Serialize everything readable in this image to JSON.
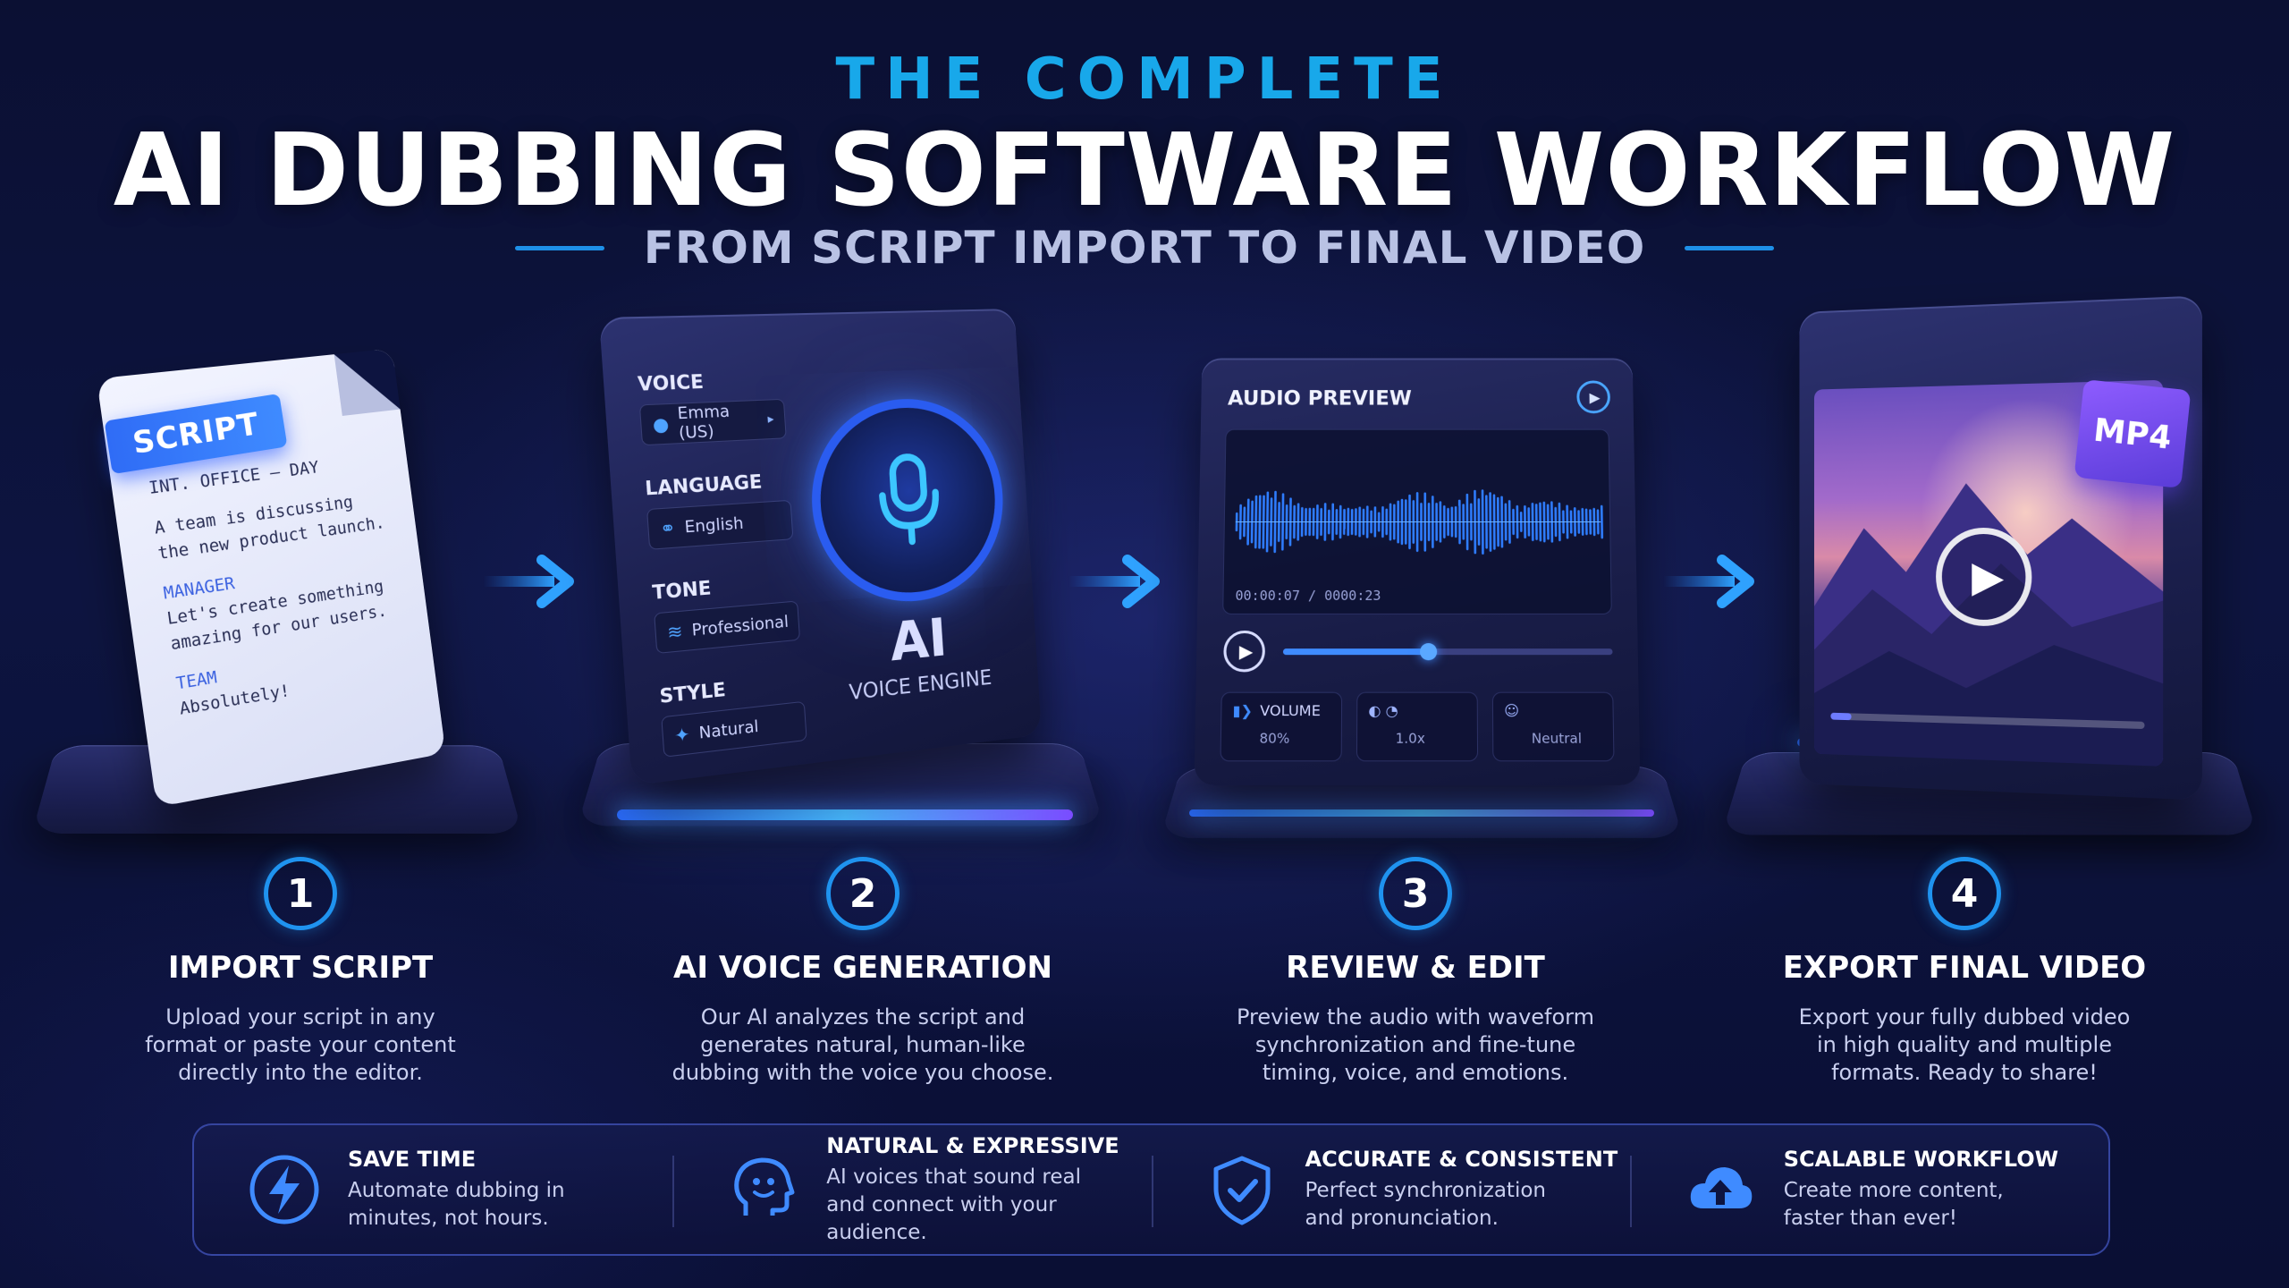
{
  "header": {
    "kicker": "THE COMPLETE",
    "title": "AI DUBBING SOFTWARE WORKFLOW",
    "subtitle": "FROM SCRIPT IMPORT TO FINAL VIDEO"
  },
  "script_card": {
    "badge": "SCRIPT",
    "lines": [
      "INT. OFFICE – DAY",
      "A team is discussing",
      "the new product launch.",
      "MANAGER",
      "Let's create something",
      "amazing for our users.",
      "TEAM",
      "Absolutely!"
    ]
  },
  "voice_panel": {
    "voice_label": "VOICE",
    "voice_value": "Emma (US)",
    "language_label": "LANGUAGE",
    "language_value": "English",
    "tone_label": "TONE",
    "tone_value": "Professional",
    "style_label": "STYLE",
    "style_value": "Natural",
    "engine_big": "AI",
    "engine_sub": "VOICE ENGINE"
  },
  "audio_panel": {
    "title": "AUDIO PREVIEW",
    "time": "00:00:07 / 0000:23",
    "progress": 0.44,
    "controls": [
      {
        "label": "VOLUME",
        "value": "80%"
      },
      {
        "label": "",
        "value": "1.0x"
      },
      {
        "label": "",
        "value": "Neutral"
      }
    ]
  },
  "video_panel": {
    "format_tag": "MP4",
    "progress": 0.07
  },
  "steps": [
    {
      "num": "1",
      "title": "IMPORT SCRIPT",
      "desc": [
        "Upload your script in any",
        "format or paste your content",
        "directly into the editor."
      ]
    },
    {
      "num": "2",
      "title": "AI VOICE GENERATION",
      "desc": [
        "Our AI analyzes the script and",
        "generates natural, human-like",
        "dubbing with the voice you choose."
      ]
    },
    {
      "num": "3",
      "title": "REVIEW & EDIT",
      "desc": [
        "Preview the audio with waveform",
        "synchronization and fine-tune",
        "timing, voice, and emotions."
      ]
    },
    {
      "num": "4",
      "title": "EXPORT FINAL VIDEO",
      "desc": [
        "Export your fully dubbed video",
        "in high quality and multiple",
        "formats. Ready to share!"
      ]
    }
  ],
  "features": [
    {
      "title": "SAVE TIME",
      "desc": [
        "Automate dubbing in",
        "minutes, not hours."
      ],
      "icon": "lightning-icon"
    },
    {
      "title": "NATURAL & EXPRESSIVE",
      "desc": [
        "AI voices that sound real",
        "and connect with your audience."
      ],
      "icon": "head-icon"
    },
    {
      "title": "ACCURATE & CONSISTENT",
      "desc": [
        "Perfect synchronization",
        "and pronunciation."
      ],
      "icon": "shield-check-icon"
    },
    {
      "title": "SCALABLE WORKFLOW",
      "desc": [
        "Create more content,",
        "faster than ever!"
      ],
      "icon": "cloud-upload-icon"
    }
  ],
  "colors": {
    "accent_blue": "#18a8ea",
    "bg_dark": "#0b1033",
    "waveform": "#2f7dff",
    "mp4_purple": "#7a4cff"
  }
}
